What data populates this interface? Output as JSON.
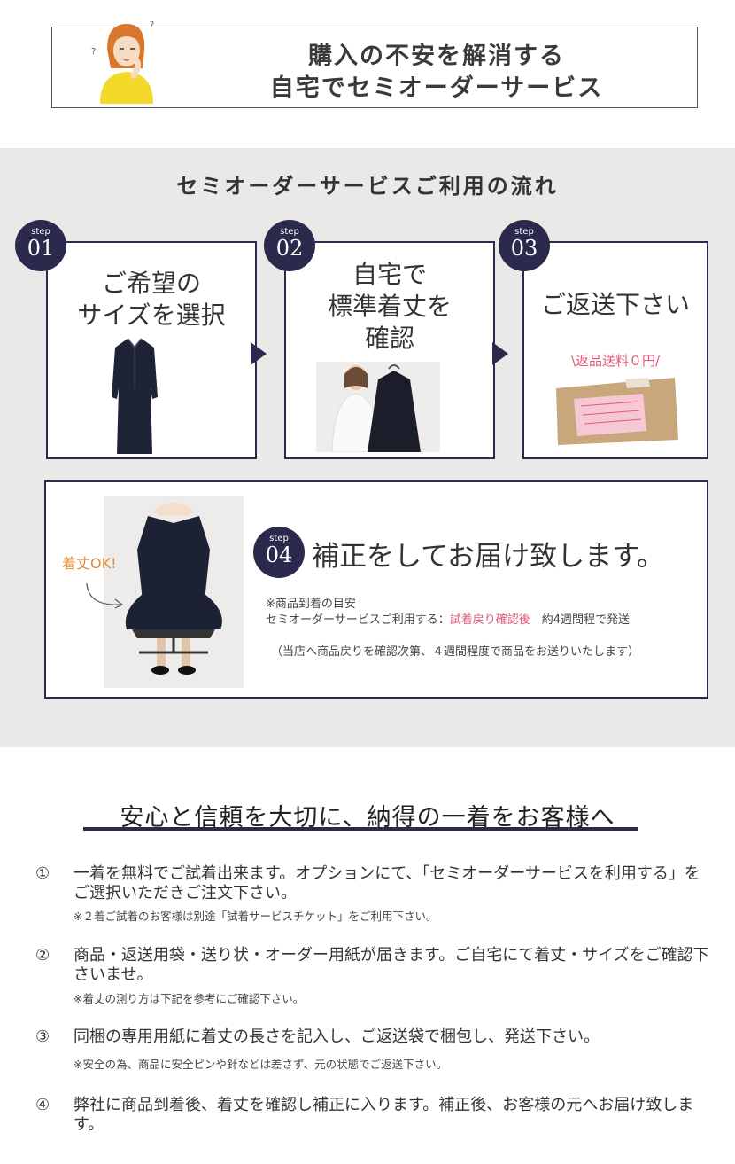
{
  "header": {
    "line1": "購入の不安を解消する",
    "line2": "自宅でセミオーダーサービス"
  },
  "flow": {
    "title": "セミオーダーサービスご利用の流れ",
    "steps": [
      {
        "label": "step",
        "number": "01",
        "text": [
          "ご希望の",
          "サイズを選択"
        ]
      },
      {
        "label": "step",
        "number": "02",
        "text": [
          "自宅で",
          "標準着丈を",
          "確認"
        ]
      },
      {
        "label": "step",
        "number": "03",
        "text": [
          "ご返送下さい"
        ],
        "tag": "\\返品送料０円/"
      }
    ],
    "step4": {
      "label": "step",
      "number": "04",
      "callout": "着丈OK!",
      "heading": "補正をしてお届け致します。",
      "note_title": "※商品到着の目安",
      "note_prefix": "セミオーダーサービスご利用する：",
      "note_highlight": "試着戻り確認後",
      "note_suffix": "　約4週間程で発送",
      "note2": "（当店へ商品戻りを確認次第、４週間程度で商品をお送りいたします）"
    }
  },
  "trust": {
    "title": "安心と信頼を大切に、納得の一着をお客様へ",
    "items": [
      {
        "marker": "①",
        "text": "一着を無料でご試着出来ます。オプションにて、「セミオーダーサービスを利用する」をご選択いただきご注文下さい。",
        "note": "※２着ご試着のお客様は別途「試着サービスチケット」をご利用下さい。"
      },
      {
        "marker": "②",
        "text": "商品・返送用袋・送り状・オーダー用紙が届きます。ご自宅にて着丈・サイズをご確認下さいませ。",
        "note": "※着丈の測り方は下記を参考にご確認下さい。"
      },
      {
        "marker": "③",
        "text": "同梱の専用用紙に着丈の長さを記入し、ご返送袋で梱包し、発送下さい。",
        "note": "※安全の為、商品に安全ピンや針などは差さず、元の状態でご返送下さい。"
      },
      {
        "marker": "④",
        "text": "弊社に商品到着後、着丈を確認し補正に入ります。補正後、お客様の元へお届け致します。"
      }
    ]
  },
  "colors": {
    "navy": "#2b2a4c",
    "bg": "#ebe9e7",
    "accent_pink": "#e05a75",
    "accent_orange": "#e08a3a"
  }
}
